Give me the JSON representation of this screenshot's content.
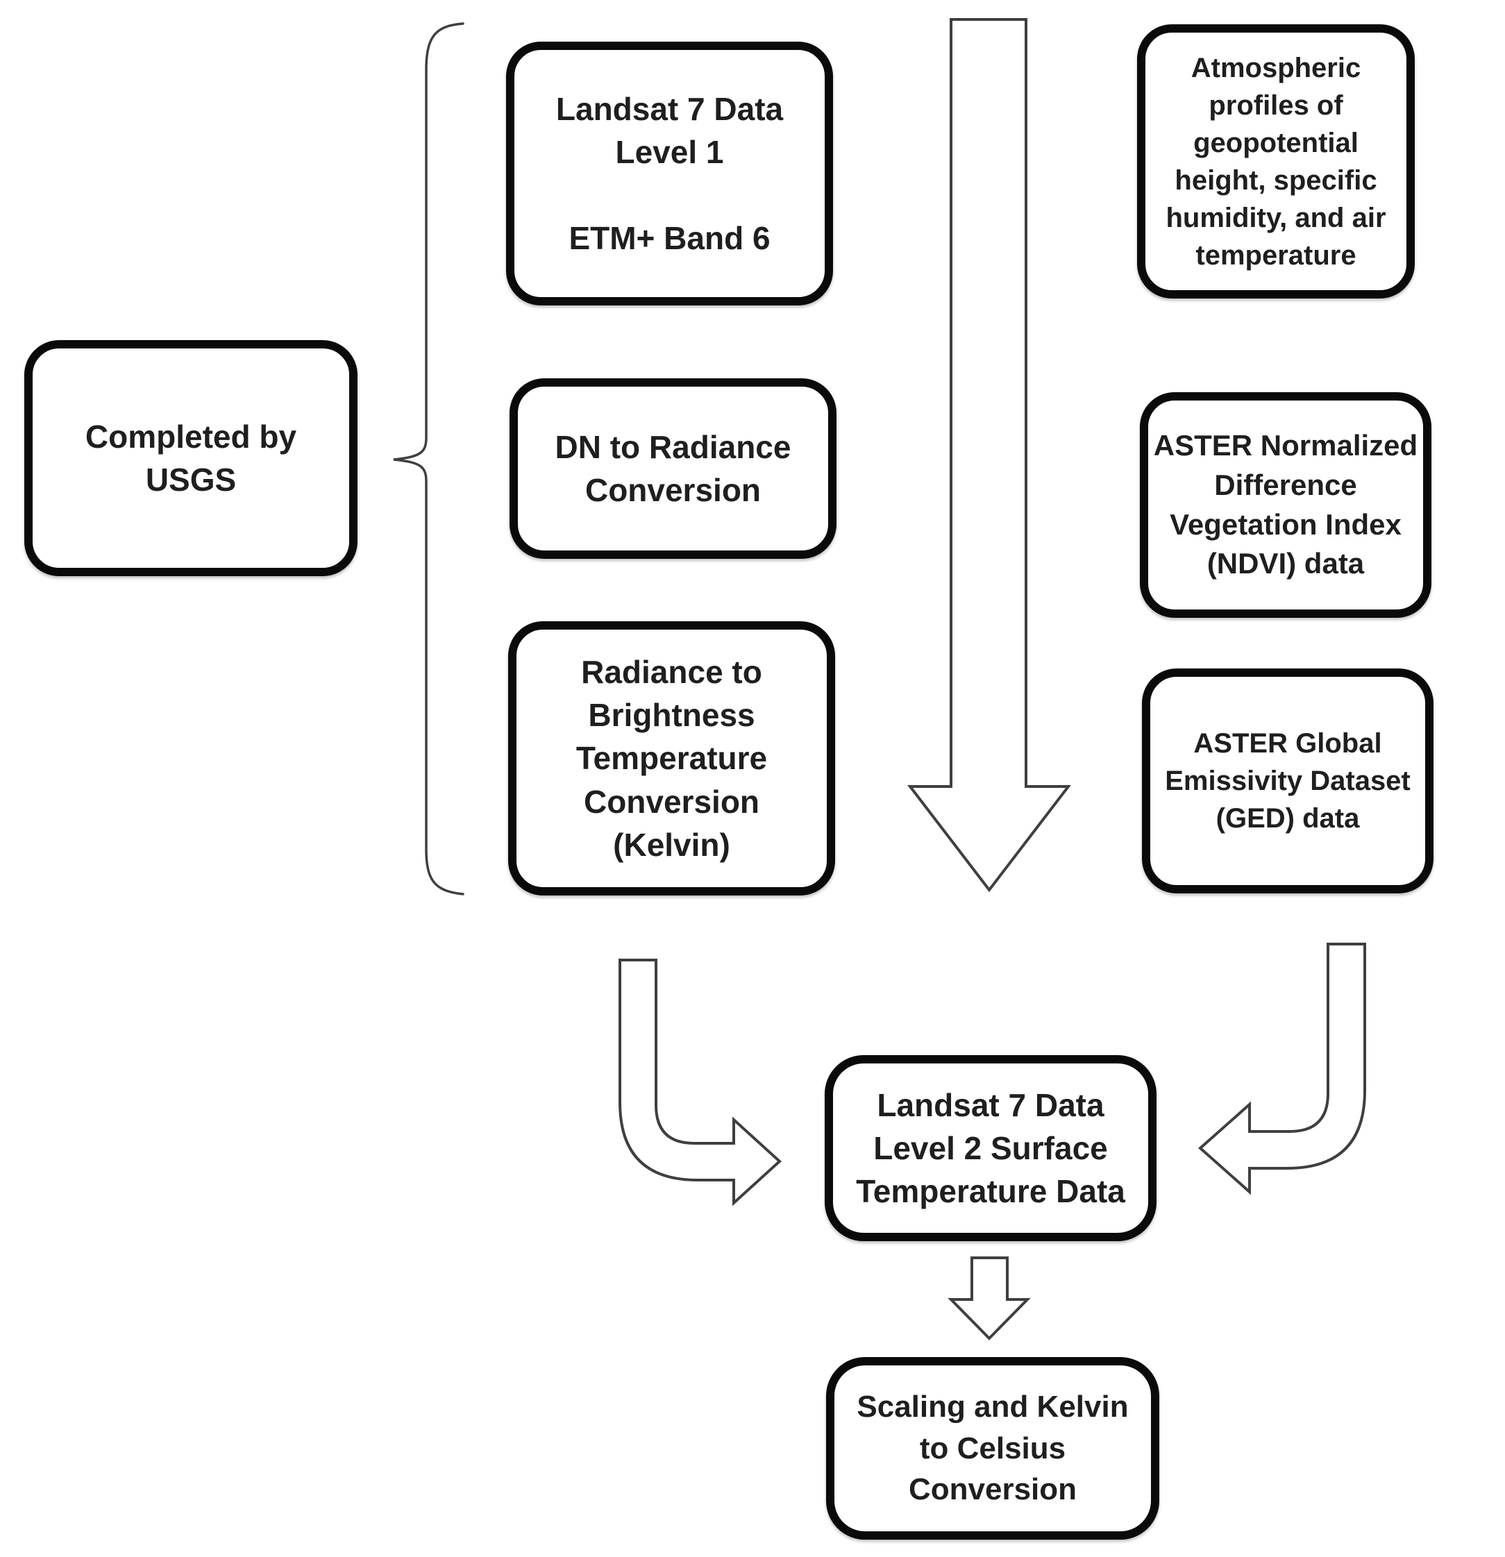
{
  "colors": {
    "background": "#ffffff",
    "box_border": "#0a0a0a",
    "connector": "#3f3f3f",
    "text": "#1f1f1f"
  },
  "nodes": {
    "completed_by_usgs": {
      "label": "Completed by\nUSGS"
    },
    "landsat7_level1": {
      "label": "Landsat 7 Data\nLevel 1\n\nETM+ Band 6"
    },
    "dn_to_radiance": {
      "label": "DN to Radiance\nConversion"
    },
    "radiance_to_brightness_temp": {
      "label": "Radiance to\nBrightness\nTemperature\nConversion\n(Kelvin)"
    },
    "atmospheric_profiles": {
      "label": "Atmospheric\nprofiles of\ngeopotential\nheight, specific\nhumidity, and air\ntemperature"
    },
    "aster_ndvi": {
      "label": "ASTER Normalized\nDifference\nVegetation Index\n(NDVI) data"
    },
    "aster_ged": {
      "label": "ASTER Global\nEmissivity Dataset\n(GED) data"
    },
    "landsat7_level2": {
      "label": "Landsat 7 Data\nLevel 2 Surface\nTemperature Data"
    },
    "scaling_kelvin_to_celsius": {
      "label": "Scaling and Kelvin\nto Celsius\nConversion"
    }
  }
}
